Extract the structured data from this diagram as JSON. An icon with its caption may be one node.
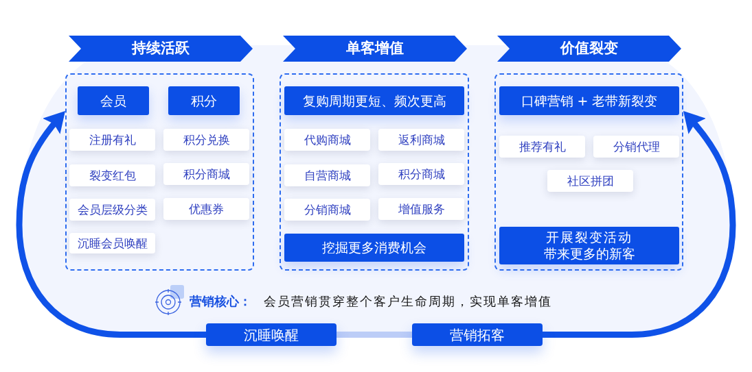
{
  "diagram": {
    "nodes": [
      {
        "text": [
          "持续活跃"
        ]
      },
      {
        "text": [],
        "shape": "box"
      },
      {
        "text": [
          "会员"
        ],
        "in": 1
      },
      {
        "text": [
          "积分"
        ],
        "in": 1
      },
      {
        "text": [
          "注册有礼"
        ],
        "in": 1
      },
      {
        "text": [
          "积分兑换"
        ],
        "in": 1
      },
      {
        "text": [
          "裂变红包"
        ],
        "in": 1
      },
      {
        "text": [
          "积分商城"
        ],
        "in": 1
      },
      {
        "text": [
          "会员层级分类"
        ],
        "in": 1
      },
      {
        "text": [
          "优惠券"
        ],
        "in": 1
      },
      {
        "text": [
          "沉睡会员唤醒"
        ],
        "in": 1
      },
      {
        "text": [
          "单客增值"
        ]
      },
      {
        "text": [],
        "shape": "box"
      },
      {
        "text": [
          "复购周期更短、频次更高"
        ],
        "in": 12
      },
      {
        "text": [
          "代购商城"
        ],
        "in": 12
      },
      {
        "text": [
          "返利商城"
        ],
        "in": 12
      },
      {
        "text": [
          "自营商城"
        ],
        "in": 12
      },
      {
        "text": [
          "积分商城"
        ],
        "in": 12
      },
      {
        "text": [
          "分销商城"
        ],
        "in": 12
      },
      {
        "text": [
          "增值服务"
        ],
        "in": 12
      },
      {
        "text": [
          "挖掘更多消费机会"
        ],
        "in": 12
      },
      {
        "text": [
          "价值裂变"
        ]
      },
      {
        "text": [],
        "shape": "box"
      },
      {
        "text": [
          "口碑营销 + 老带新裂变"
        ],
        "in": 22
      },
      {
        "text": [
          "推荐有礼"
        ],
        "in": 22
      },
      {
        "text": [
          "分销代理"
        ],
        "in": 22
      },
      {
        "text": [
          "社区拼团"
        ],
        "in": 22
      },
      {
        "text": [
          "开展裂变活动带来更多的新客"
        ],
        "in": 22
      },
      {
        "text": [
          "沉睡唤醒"
        ]
      },
      {
        "text": [
          "营销拓客"
        ]
      }
    ],
    "edges": [
      {
        "from": 28,
        "to": 1,
        "arrow": "to"
      },
      {
        "from": 29,
        "to": 22,
        "arrow": "to"
      },
      {
        "from": 28,
        "to": 29,
        "arrow": "none",
        "color": "#bccdf7"
      }
    ],
    "labels": [
      "营销核心：",
      "会员营销贯穿整个客户生命周期，实现单客增值"
    ]
  }
}
